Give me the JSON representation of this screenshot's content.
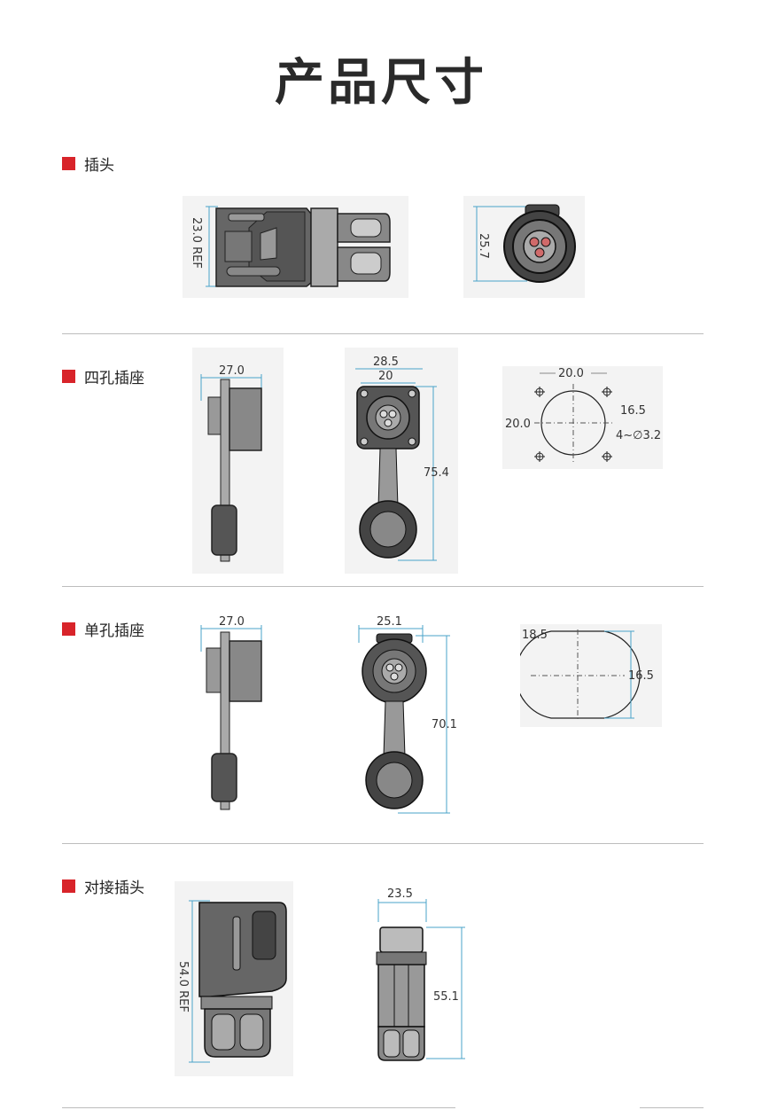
{
  "page_title": "产品尺寸",
  "sections": {
    "plug": {
      "label": "插头",
      "side_dim": "23.0 REF",
      "face_dim": "25.7"
    },
    "four_hole_socket": {
      "label": "四孔插座",
      "side_dim": "27.0",
      "front_outer": "28.5",
      "front_inner": "20",
      "front_height": "75.4",
      "cut_w": "20.0",
      "cut_h": "20.0",
      "cut_dia": "16.5",
      "hole_spec": "4~∅3.2"
    },
    "single_hole_socket": {
      "label": "单孔插座",
      "side_dim": "27.0",
      "front_width": "25.1",
      "front_height": "70.1",
      "cut_dia": "18.5",
      "cut_flat": "16.5"
    },
    "mating_plug": {
      "label": "对接插头",
      "side_dim": "54.0 REF",
      "front_width": "23.5",
      "front_height": "55.1"
    }
  },
  "colors": {
    "accent": "#d8242a",
    "dim_line": "#4aa3c9",
    "panel": "#f3f3f3"
  }
}
